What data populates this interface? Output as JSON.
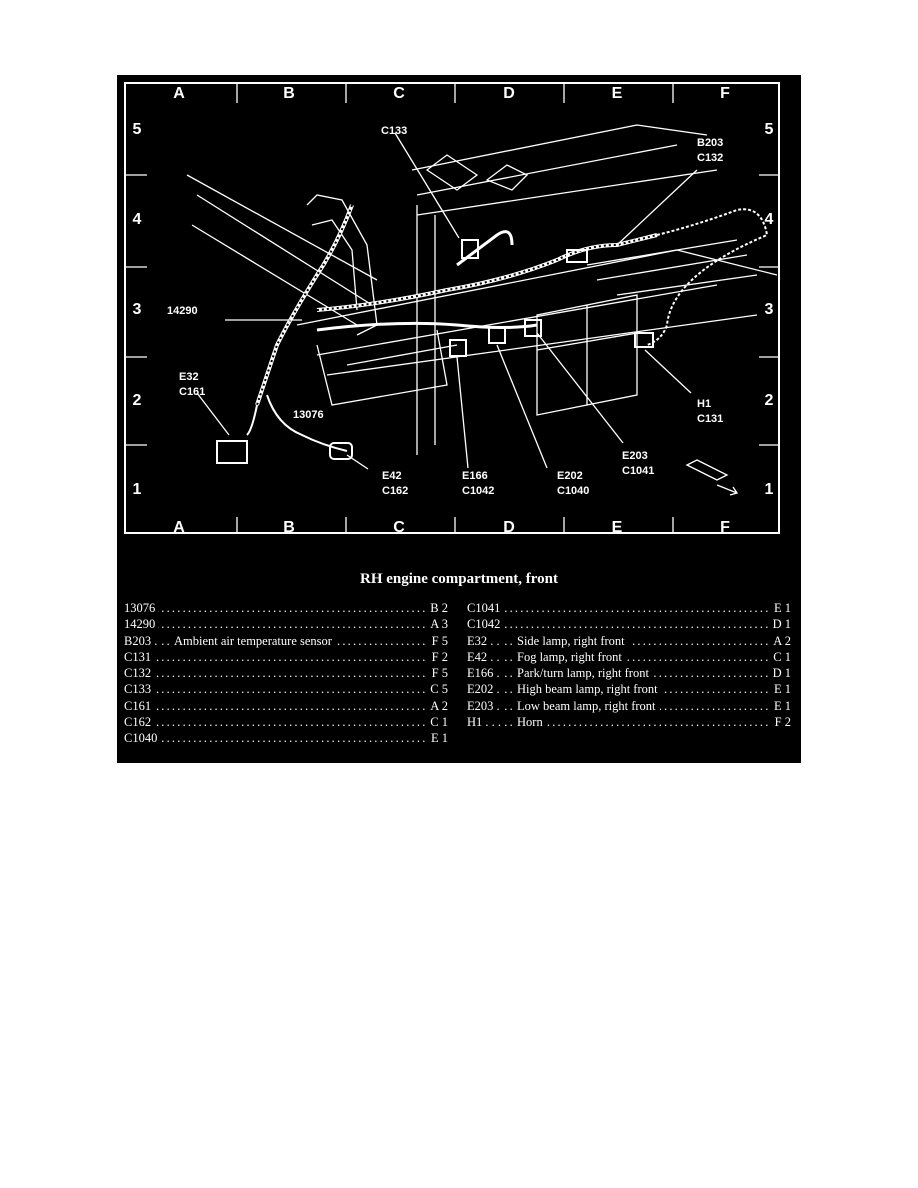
{
  "diagram": {
    "columns": [
      "A",
      "B",
      "C",
      "D",
      "E",
      "F"
    ],
    "rows": [
      "5",
      "4",
      "3",
      "2",
      "1"
    ],
    "callouts": {
      "c133": "C133",
      "b203_c132": "B203\nC132",
      "n14290": "14290",
      "e32_c161": "E32\nC161",
      "n13076": "13076",
      "h1_c131": "H1\nC131",
      "e203_c1041": "E203\nC1041",
      "e42_c162": "E42\nC162",
      "e166_c1042": "E166\nC1042",
      "e202_c1040": "E202\nC1040"
    },
    "title": "RH engine compartment, front"
  },
  "legend": {
    "left": [
      {
        "code": "13076",
        "desc": "",
        "loc": "B 2"
      },
      {
        "code": "14290",
        "desc": "",
        "loc": "A 3"
      },
      {
        "code": "B203 .",
        "desc": "Ambient air temperature sensor",
        "loc": "F 5"
      },
      {
        "code": "C131",
        "desc": "",
        "loc": "F 2"
      },
      {
        "code": "C132",
        "desc": "",
        "loc": "F 5"
      },
      {
        "code": "C133",
        "desc": "",
        "loc": "C 5"
      },
      {
        "code": "C161",
        "desc": "",
        "loc": "A 2"
      },
      {
        "code": "C162",
        "desc": "",
        "loc": "C 1"
      },
      {
        "code": "C1040",
        "desc": "",
        "loc": "E 1"
      }
    ],
    "right": [
      {
        "code": "C1041",
        "desc": "",
        "loc": "E 1"
      },
      {
        "code": "C1042",
        "desc": "",
        "loc": "D 1"
      },
      {
        "code": "E32 . .",
        "desc": "Side lamp, right front",
        "loc": "A 2"
      },
      {
        "code": "E42 . .",
        "desc": "Fog lamp, right front",
        "loc": "C 1"
      },
      {
        "code": "E166 .",
        "desc": "Park/turn lamp, right front",
        "loc": "D 1"
      },
      {
        "code": "E202 .",
        "desc": "High beam lamp, right front",
        "loc": "E 1"
      },
      {
        "code": "E203 .",
        "desc": "Low beam lamp, right front",
        "loc": "E 1"
      },
      {
        "code": "H1 . . .",
        "desc": "Horn",
        "loc": "F 2"
      }
    ]
  },
  "colors": {
    "background": "#000000",
    "foreground": "#ffffff",
    "page": "#ffffff"
  }
}
